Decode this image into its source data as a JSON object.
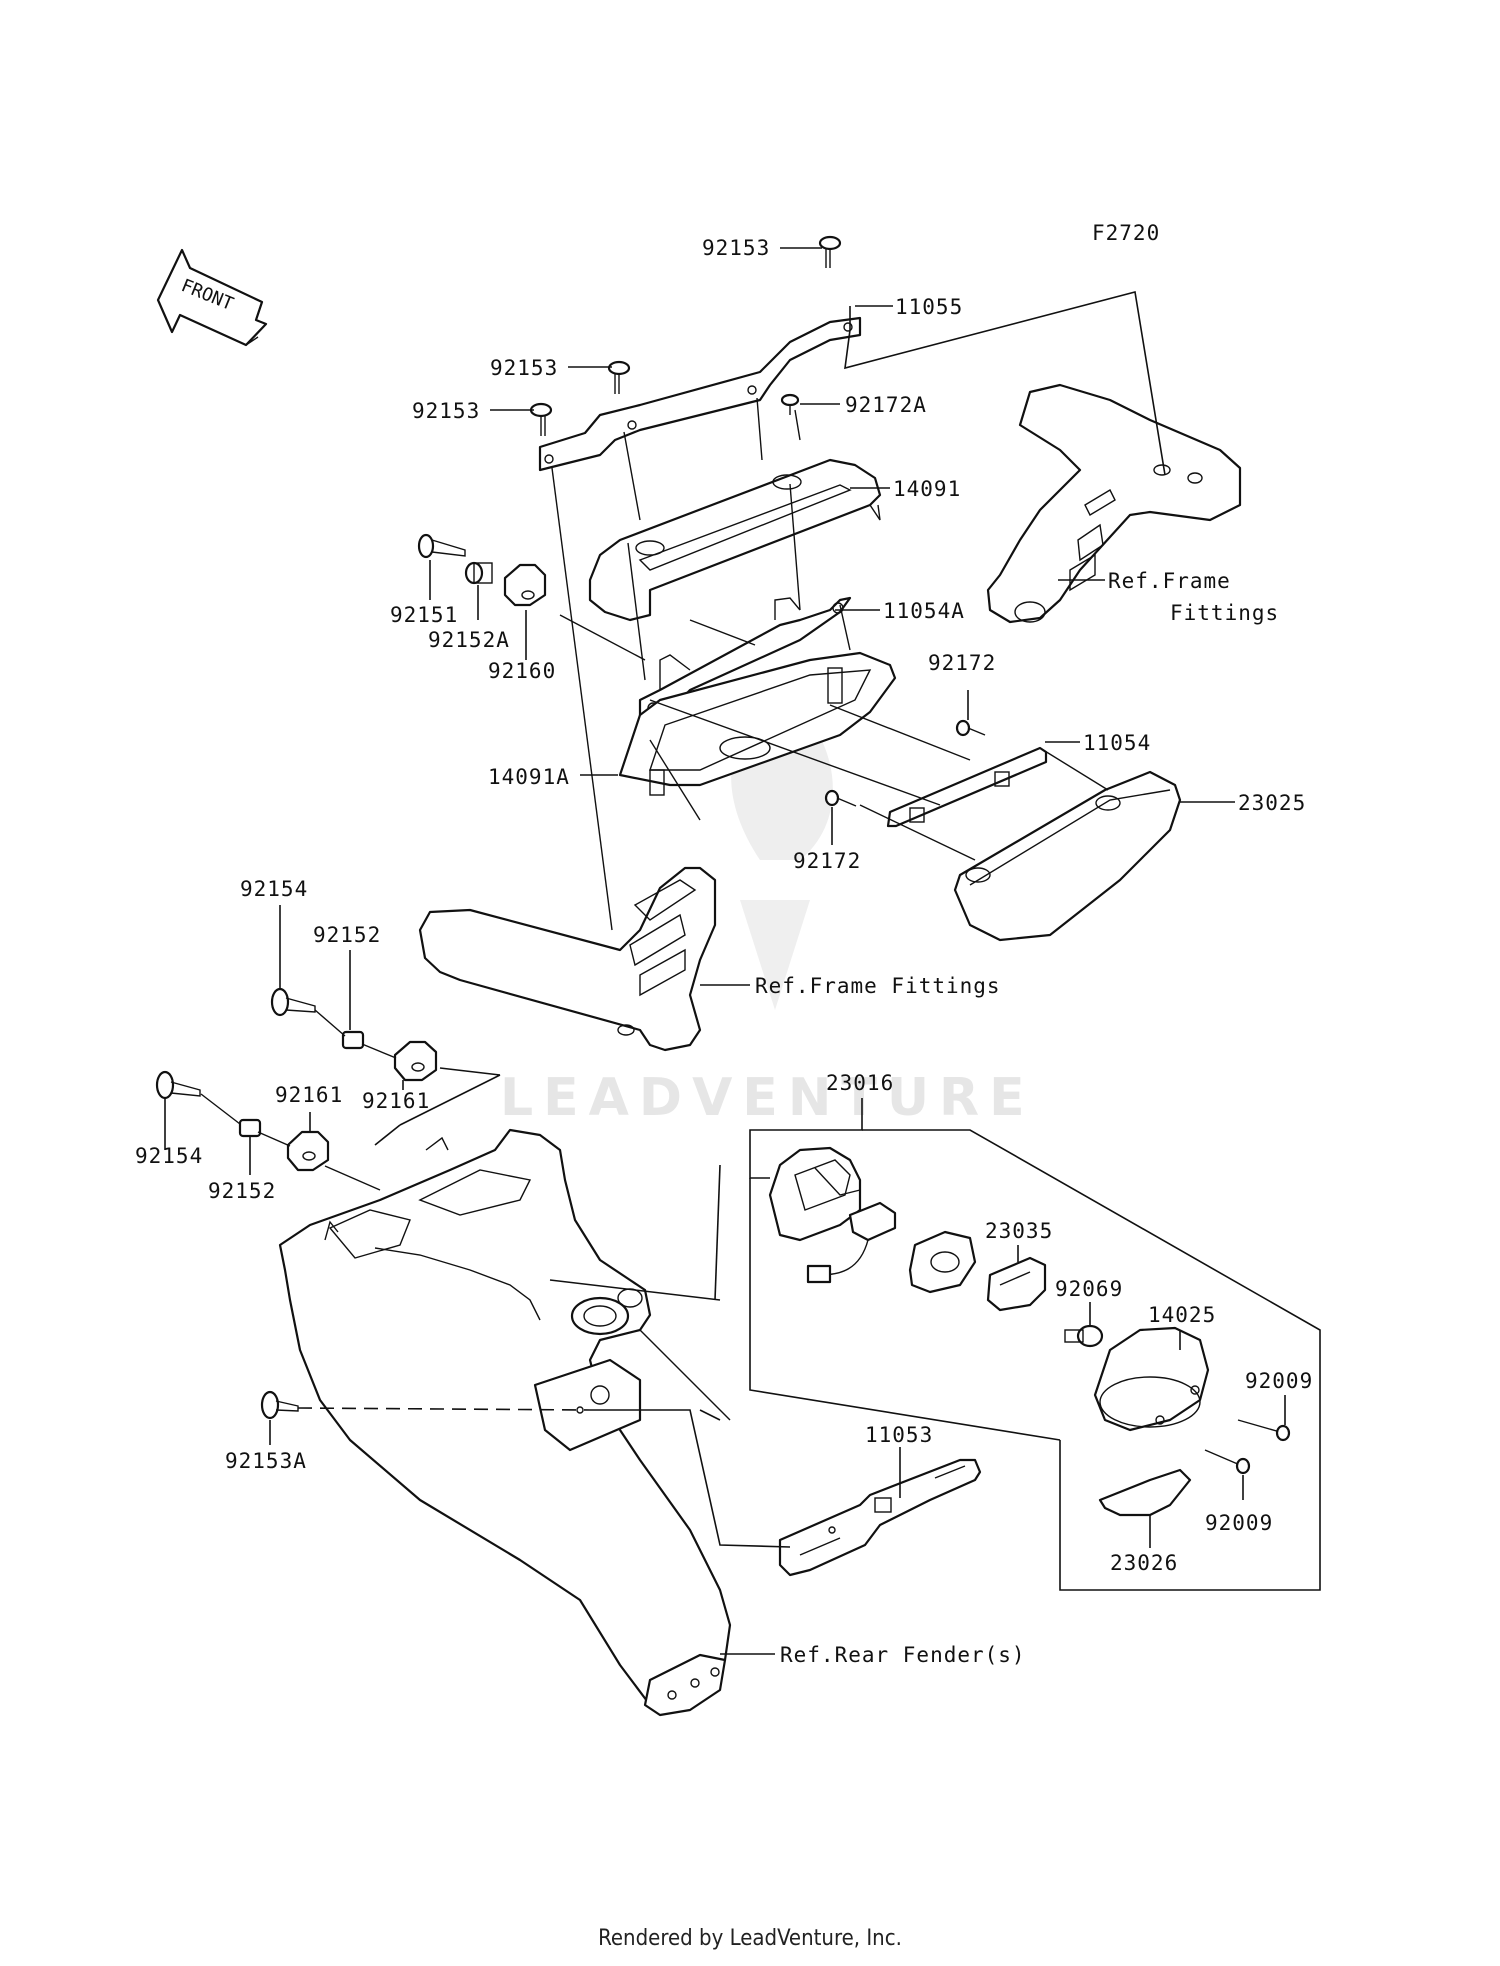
{
  "diagram": {
    "figure_code": "F2720",
    "front_label": "FRONT",
    "watermark": "LEADVENTURE",
    "footer": "Rendered by LeadVenture, Inc.",
    "labels": [
      "92153",
      "11055",
      "92153",
      "92153",
      "92172A",
      "14091",
      "92151",
      "92152A",
      "92160",
      "11054A",
      "Ref.Frame",
      "Fittings",
      "92172",
      "11054",
      "14091A",
      "23025",
      "92172",
      "92154",
      "92152",
      "Ref.Frame Fittings",
      "92161",
      "92154",
      "92161",
      "92152",
      "23016",
      "23035",
      "92069",
      "14025",
      "92009",
      "92009",
      "11053",
      "23026",
      "92153A",
      "Ref.Rear Fender(s)"
    ]
  }
}
